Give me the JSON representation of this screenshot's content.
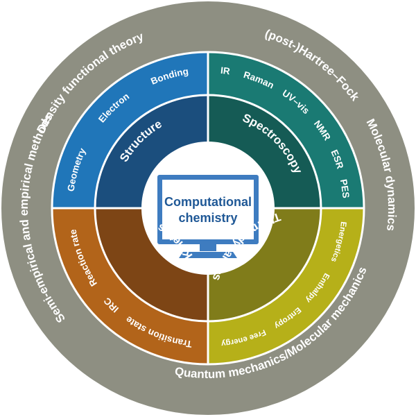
{
  "center": {
    "title_line1": "Computational",
    "title_line2": "chemistry",
    "icon": "monitor-icon"
  },
  "colors": {
    "outer_ring": "#8e8f82",
    "structure_outer": "#2076b9",
    "structure_inner": "#1b4e7d",
    "spectroscopy_outer": "#1a7a73",
    "spectroscopy_inner": "#155b55",
    "kinetics_outer": "#b2641a",
    "kinetics_inner": "#7d4515",
    "thermo_outer": "#b6b019",
    "thermo_inner": "#807c1a",
    "center_text": "#1f5896",
    "monitor": "#3e7cc0"
  },
  "outer_ring": {
    "methods": [
      "Density functional theory",
      "(post-)Hartree–Fock",
      "Molecular dynamics",
      "Quantum mechanics/Molecular mechanics",
      "Semi-empirical and empirical methods"
    ]
  },
  "quadrants": {
    "structure": {
      "label": "Structure",
      "items": [
        "Geometry",
        "Electron",
        "Bonding"
      ]
    },
    "spectroscopy": {
      "label": "Spectroscopy",
      "items": [
        "IR",
        "Raman",
        "UV–vis",
        "NMR",
        "ESR",
        "PES"
      ]
    },
    "kinetics": {
      "label": "Kinetics",
      "items": [
        "Transition state",
        "IRC",
        "Reaction rate"
      ]
    },
    "thermodynamics": {
      "label": "Thermodynamics",
      "items": [
        "Energetics",
        "Enthalpy",
        "Entropy",
        "Free energy"
      ]
    }
  }
}
